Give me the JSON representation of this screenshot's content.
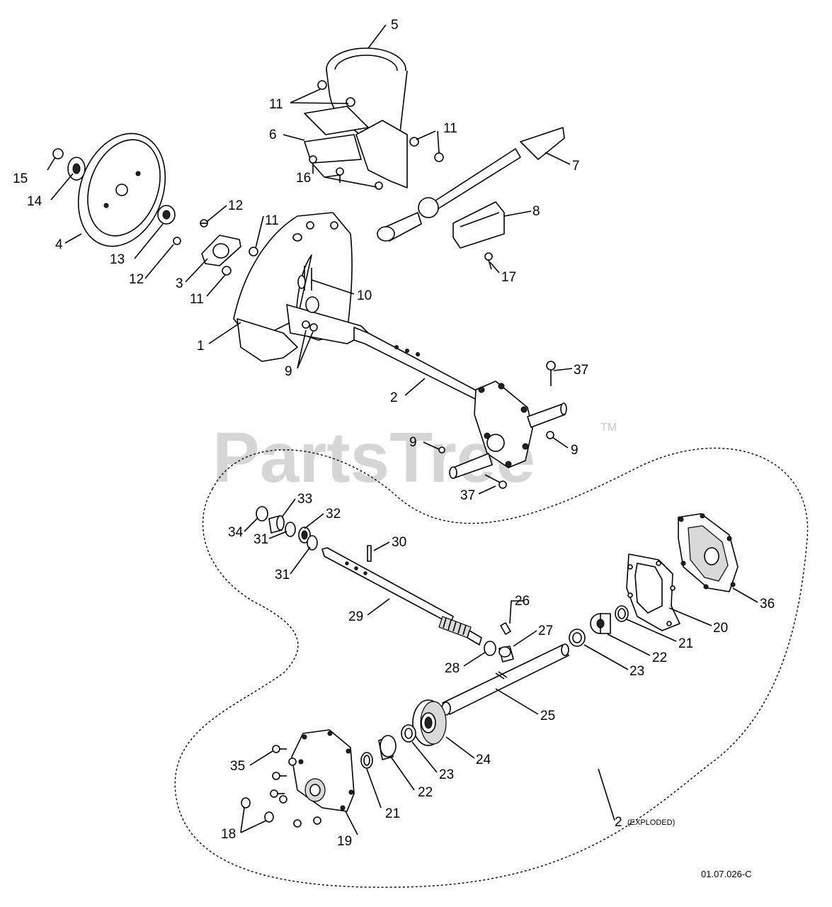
{
  "watermark": {
    "text": "PartsTree",
    "trademark": "TM"
  },
  "drawing_code": "01.07.026-C",
  "exploded_label": {
    "number": "2",
    "suffix": "(EXPLODED)"
  },
  "callouts": {
    "c1": "1",
    "c2": "2",
    "c3": "3",
    "c4": "4",
    "c5": "5",
    "c6": "6",
    "c7": "7",
    "c8": "8",
    "c9a": "9",
    "c9b": "9",
    "c9c": "9",
    "c10": "10",
    "c11a": "11",
    "c11b": "11",
    "c11c": "11",
    "c11d": "11",
    "c12a": "12",
    "c12b": "12",
    "c13": "13",
    "c14": "14",
    "c15": "15",
    "c16": "16",
    "c17": "17",
    "c18": "18",
    "c19": "19",
    "c20": "20",
    "c21a": "21",
    "c21b": "21",
    "c22a": "22",
    "c22b": "22",
    "c23a": "23",
    "c23b": "23",
    "c24": "24",
    "c25": "25",
    "c26": "26",
    "c27": "27",
    "c28": "28",
    "c29": "29",
    "c30": "30",
    "c31a": "31",
    "c31b": "31",
    "c32": "32",
    "c33": "33",
    "c34": "34",
    "c35": "35",
    "c36": "36",
    "c37a": "37",
    "c37b": "37"
  }
}
